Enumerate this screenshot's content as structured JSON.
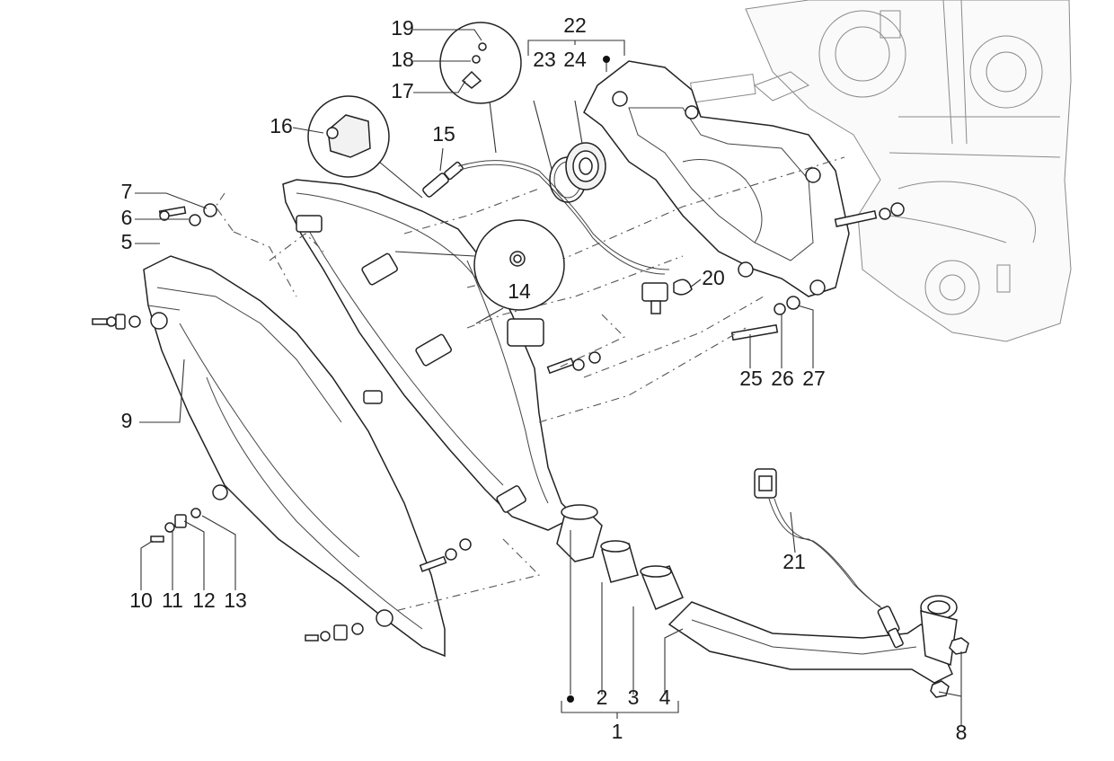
{
  "callouts": [
    {
      "id": "1",
      "text": "1"
    },
    {
      "id": "2",
      "text": "2"
    },
    {
      "id": "3",
      "text": "3"
    },
    {
      "id": "4",
      "text": "4"
    },
    {
      "id": "5",
      "text": "5"
    },
    {
      "id": "6",
      "text": "6"
    },
    {
      "id": "7",
      "text": "7"
    },
    {
      "id": "8",
      "text": "8"
    },
    {
      "id": "9",
      "text": "9"
    },
    {
      "id": "10",
      "text": "10"
    },
    {
      "id": "11",
      "text": "11"
    },
    {
      "id": "12",
      "text": "12"
    },
    {
      "id": "13",
      "text": "13"
    },
    {
      "id": "14",
      "text": "14"
    },
    {
      "id": "15",
      "text": "15"
    },
    {
      "id": "16",
      "text": "16"
    },
    {
      "id": "17",
      "text": "17"
    },
    {
      "id": "18",
      "text": "18"
    },
    {
      "id": "19",
      "text": "19"
    },
    {
      "id": "20",
      "text": "20"
    },
    {
      "id": "21",
      "text": "21"
    },
    {
      "id": "22",
      "text": "22"
    },
    {
      "id": "23",
      "text": "23"
    },
    {
      "id": "24",
      "text": "24"
    },
    {
      "id": "25",
      "text": "25"
    },
    {
      "id": "26",
      "text": "26"
    },
    {
      "id": "27",
      "text": "27"
    }
  ]
}
